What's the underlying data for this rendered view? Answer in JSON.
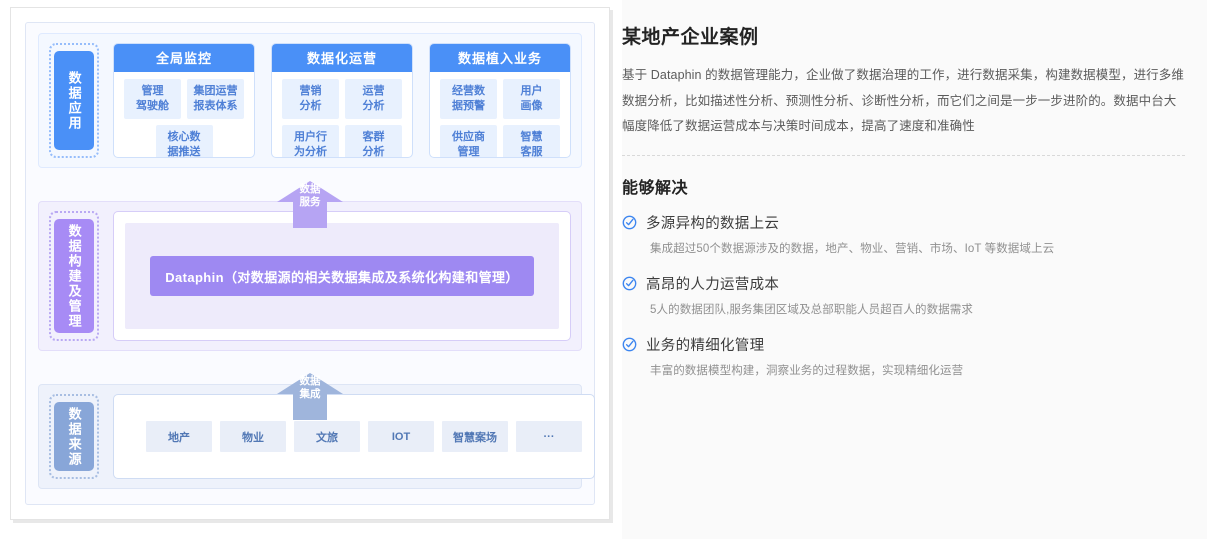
{
  "diagram": {
    "layers": [
      {
        "tag": "数据应用",
        "cards": [
          {
            "title": "全局监控",
            "chips": [
              "管理\n驾驶舱",
              "集团运营\n报表体系",
              "核心数\n据推送"
            ]
          },
          {
            "title": "数据化运营",
            "chips": [
              "营销\n分析",
              "运营\n分析",
              "用户行\n为分析",
              "客群\n分析"
            ]
          },
          {
            "title": "数据植入业务",
            "chips": [
              "经营数\n据预警",
              "用户\n画像",
              "供应商\n管理",
              "智慧\n客服"
            ]
          }
        ]
      },
      {
        "tag": "数据构建及管理",
        "dataphin_label": "Dataphin（对数据源的相关数据集成及系统化构建和管理）"
      },
      {
        "tag": "数据来源",
        "sources": [
          "地产",
          "物业",
          "文旅",
          "IOT",
          "智慧案场",
          "···"
        ]
      }
    ],
    "arrows": [
      {
        "label": "数据\n服务",
        "color": "#b6a4f3"
      },
      {
        "label": "数据\n集成",
        "color": "#9fb5dc"
      }
    ]
  },
  "panel": {
    "title": "某地产企业案例",
    "paragraph": "基于 Dataphin 的数据管理能力，企业做了数据治理的工作，进行数据采集，构建数据模型，进行多维数据分析，比如描述性分析、预测性分析、诊断性分析，而它们之间是一步一步进阶的。数据中台大幅度降低了数据运营成本与决策时间成本，提高了速度和准确性",
    "subtitle": "能够解决",
    "solutions": [
      {
        "title": "多源异构的数据上云",
        "desc": "集成超过50个数据源涉及的数据，地产、物业、营销、市场、IoT 等数据域上云"
      },
      {
        "title": "高昂的人力运营成本",
        "desc": "5人的数据团队,服务集团区域及总部职能人员超百人的数据需求"
      },
      {
        "title": "业务的精细化管理",
        "desc": "丰富的数据模型构建，洞察业务的过程数据，实现精细化运营"
      }
    ],
    "check_icon_color": "#3d86f0"
  }
}
